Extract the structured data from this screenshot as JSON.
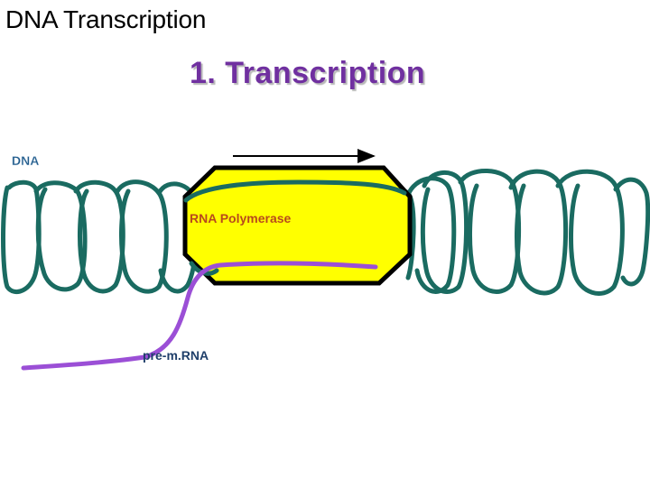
{
  "title": "DNA Transcription",
  "heading": "1.  Transcription",
  "labels": {
    "dna": "DNA",
    "polymerase": "RNA Polymerase",
    "pre_mrna": "pre-m.RNA"
  },
  "colors": {
    "dna_strand": "#1a6b61",
    "polymerase_fill": "#ffff00",
    "polymerase_outline": "#000000",
    "mrna": "#9b4fd6",
    "heading": "#7030a0",
    "polymerase_label": "#b84a1c",
    "strand_label": "#1f5a8a"
  },
  "arrow": {
    "direction": "right"
  }
}
